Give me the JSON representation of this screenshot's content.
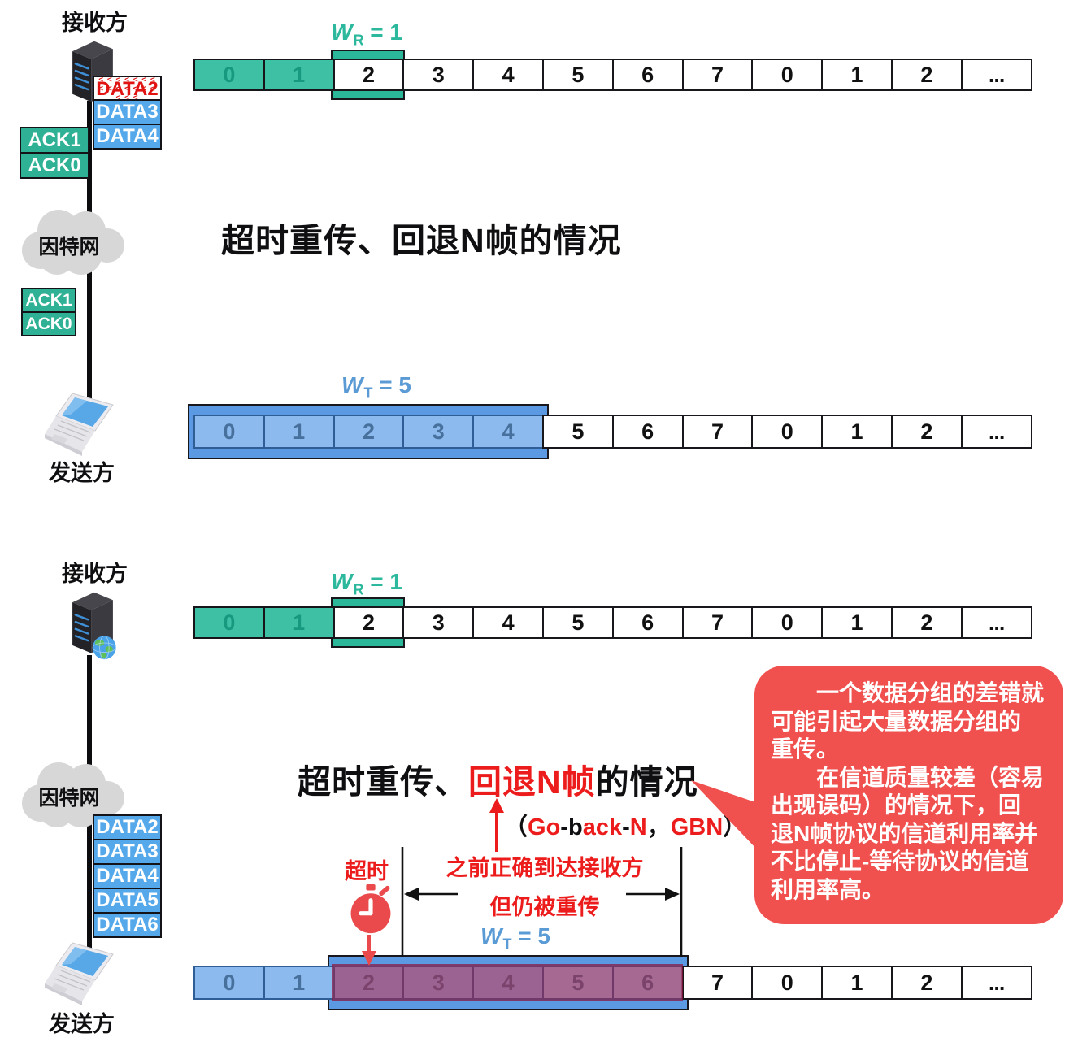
{
  "top": {
    "receiver_label": "接收方",
    "sender_label": "发送方",
    "internet_label": "因特网",
    "title": "超时重传、回退N帧的情况",
    "wr": {
      "sym": "W",
      "sub": "R",
      "eq": "= 1"
    },
    "wt": {
      "sym": "W",
      "sub": "T",
      "eq": "= 5"
    },
    "corrupt_frame": "DATA2",
    "data_stack": [
      "DATA3",
      "DATA4"
    ],
    "ack_stack_upper": [
      "ACK1",
      "ACK0"
    ],
    "ack_stack_lower": [
      "ACK1",
      "ACK0"
    ],
    "receiver_cells": [
      {
        "t": "0",
        "s": "g"
      },
      {
        "t": "1",
        "s": "g"
      },
      {
        "t": "2",
        "s": ""
      },
      {
        "t": "3",
        "s": ""
      },
      {
        "t": "4",
        "s": ""
      },
      {
        "t": "5",
        "s": ""
      },
      {
        "t": "6",
        "s": ""
      },
      {
        "t": "7",
        "s": ""
      },
      {
        "t": "0",
        "s": ""
      },
      {
        "t": "1",
        "s": ""
      },
      {
        "t": "2",
        "s": ""
      },
      {
        "t": "...",
        "s": "dots"
      }
    ],
    "sender_cells": [
      {
        "t": "0",
        "s": "b"
      },
      {
        "t": "1",
        "s": "b"
      },
      {
        "t": "2",
        "s": "b"
      },
      {
        "t": "3",
        "s": "b"
      },
      {
        "t": "4",
        "s": "b"
      },
      {
        "t": "5",
        "s": ""
      },
      {
        "t": "6",
        "s": ""
      },
      {
        "t": "7",
        "s": ""
      },
      {
        "t": "0",
        "s": ""
      },
      {
        "t": "1",
        "s": ""
      },
      {
        "t": "2",
        "s": ""
      },
      {
        "t": "...",
        "s": "dots"
      }
    ]
  },
  "bottom": {
    "receiver_label": "接收方",
    "sender_label": "发送方",
    "internet_label": "因特网",
    "title_parts": [
      {
        "t": "超时重传、",
        "c": "k"
      },
      {
        "t": "回退N帧",
        "c": "r"
      },
      {
        "t": "的情况",
        "c": "k"
      }
    ],
    "gbn_parts": [
      {
        "t": "（",
        "c": "k"
      },
      {
        "t": "Go",
        "c": "r"
      },
      {
        "t": "-",
        "c": "k"
      },
      {
        "t": "b",
        "c": "k"
      },
      {
        "t": "ack",
        "c": "r"
      },
      {
        "t": "-",
        "c": "k"
      },
      {
        "t": "N",
        "c": "r"
      },
      {
        "t": "，",
        "c": "k"
      },
      {
        "t": "GBN",
        "c": "r"
      },
      {
        "t": "）",
        "c": "k"
      }
    ],
    "timeout_label": "超时",
    "span_line1": "之前正确到达接收方",
    "span_line2": "但仍被重传",
    "wr": {
      "sym": "W",
      "sub": "R",
      "eq": "= 1"
    },
    "wt": {
      "sym": "W",
      "sub": "T",
      "eq": "= 5"
    },
    "data_stack": [
      "DATA2",
      "DATA3",
      "DATA4",
      "DATA5",
      "DATA6"
    ],
    "receiver_cells": [
      {
        "t": "0",
        "s": "g"
      },
      {
        "t": "1",
        "s": "g"
      },
      {
        "t": "2",
        "s": ""
      },
      {
        "t": "3",
        "s": ""
      },
      {
        "t": "4",
        "s": ""
      },
      {
        "t": "5",
        "s": ""
      },
      {
        "t": "6",
        "s": ""
      },
      {
        "t": "7",
        "s": ""
      },
      {
        "t": "0",
        "s": ""
      },
      {
        "t": "1",
        "s": ""
      },
      {
        "t": "2",
        "s": ""
      },
      {
        "t": "...",
        "s": "dots"
      }
    ],
    "sender_cells": [
      {
        "t": "0",
        "s": "b"
      },
      {
        "t": "1",
        "s": "b"
      },
      {
        "t": "2",
        "s": "b"
      },
      {
        "t": "3",
        "s": "b"
      },
      {
        "t": "4",
        "s": "b"
      },
      {
        "t": "5",
        "s": "b2"
      },
      {
        "t": "6",
        "s": "b2"
      },
      {
        "t": "7",
        "s": ""
      },
      {
        "t": "0",
        "s": ""
      },
      {
        "t": "1",
        "s": ""
      },
      {
        "t": "2",
        "s": ""
      },
      {
        "t": "...",
        "s": "dots"
      }
    ],
    "bubble_text": "　　一个数据分组的差错就\n可能引起大量数据分组的\n重传。\n　　在信道质量较差（容易\n出现误码）的情况下，回\n退N帧协议的信道利用率并\n不比停止-等待协议的信道\n利用率高。"
  },
  "colors": {
    "green": "#2BB79A",
    "blue_window": "#5B9AE2",
    "blue_cell": "#8CBAEE",
    "data_blue": "#55A9EB",
    "accent_red": "#ED1C1C",
    "bubble_red": "#F0504E",
    "retransmit_overlay": "rgba(165,28,70,0.55)"
  }
}
